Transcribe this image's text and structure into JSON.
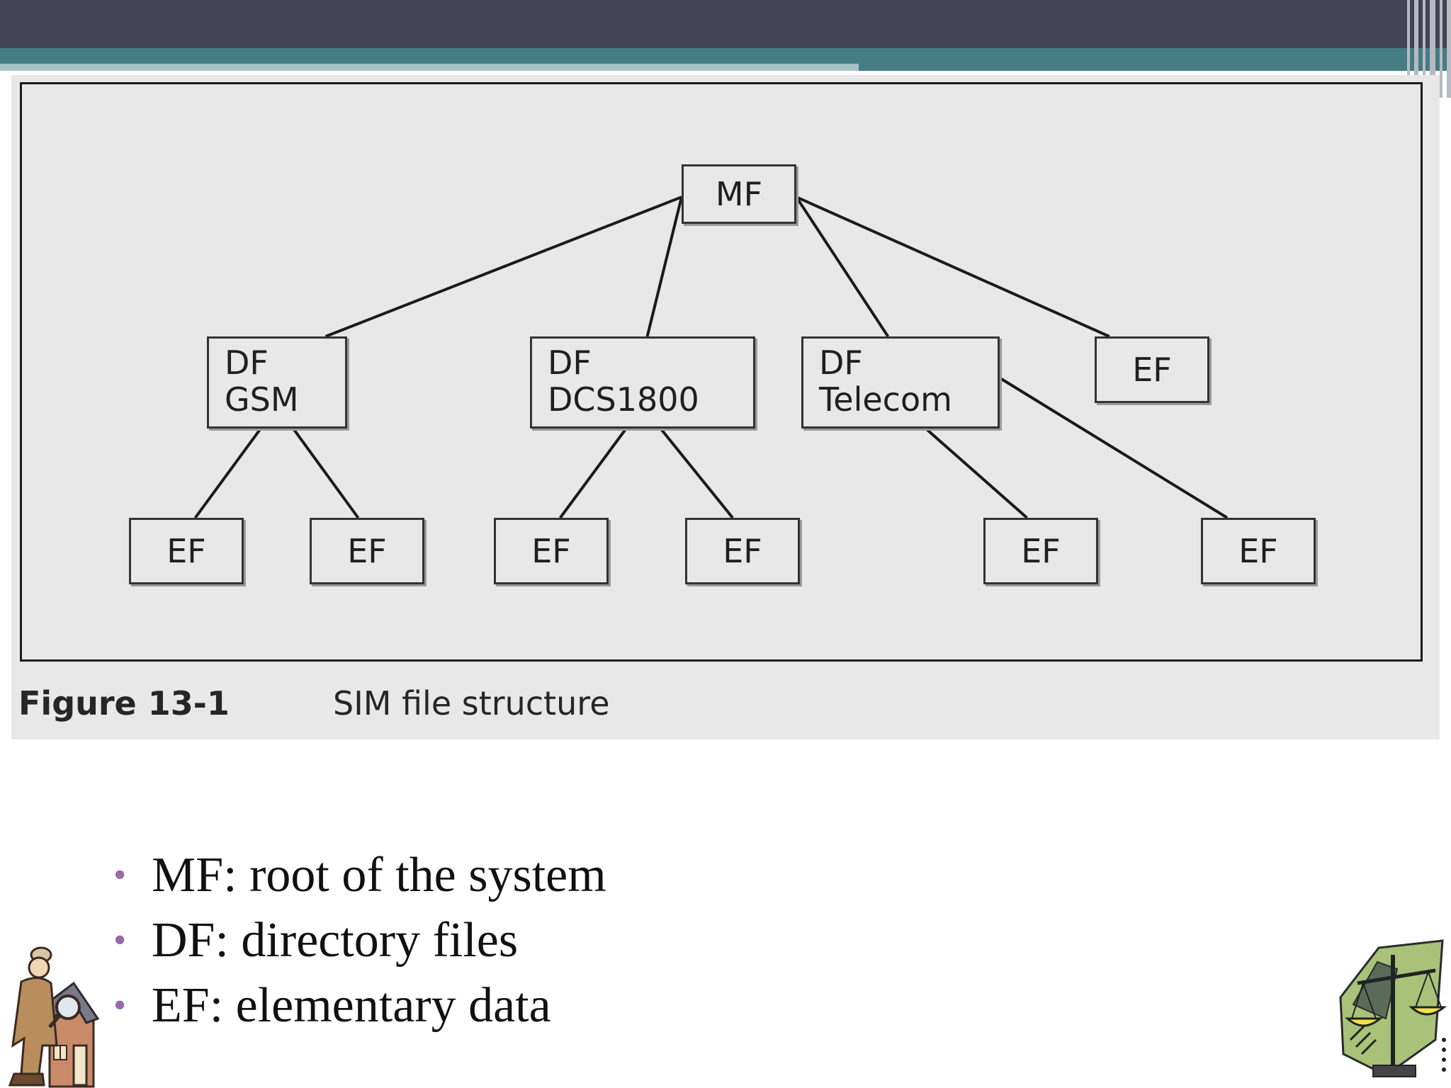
{
  "figure": {
    "nodes": {
      "mf": {
        "lines": [
          "MF"
        ]
      },
      "df_gsm": {
        "lines": [
          "DF",
          "GSM"
        ]
      },
      "df_dcs": {
        "lines": [
          "DF",
          "DCS1800"
        ]
      },
      "df_telecom": {
        "lines": [
          "DF",
          "Telecom"
        ]
      },
      "ef_root": {
        "lines": [
          "EF"
        ]
      },
      "ef_gsm_1": {
        "lines": [
          "EF"
        ]
      },
      "ef_gsm_2": {
        "lines": [
          "EF"
        ]
      },
      "ef_dcs_1": {
        "lines": [
          "EF"
        ]
      },
      "ef_dcs_2": {
        "lines": [
          "EF"
        ]
      },
      "ef_tel_1": {
        "lines": [
          "EF"
        ]
      },
      "ef_tel_2": {
        "lines": [
          "EF"
        ]
      }
    },
    "edges": [
      [
        "mf",
        "df_gsm"
      ],
      [
        "mf",
        "df_dcs"
      ],
      [
        "mf",
        "df_telecom"
      ],
      [
        "mf",
        "ef_root"
      ],
      [
        "df_gsm",
        "ef_gsm_1"
      ],
      [
        "df_gsm",
        "ef_gsm_2"
      ],
      [
        "df_dcs",
        "ef_dcs_1"
      ],
      [
        "df_dcs",
        "ef_dcs_2"
      ],
      [
        "df_telecom",
        "ef_tel_1"
      ],
      [
        "df_telecom",
        "ef_tel_2"
      ]
    ],
    "caption": {
      "number": "Figure 13-1",
      "text": "SIM file structure"
    }
  },
  "bullets": [
    "MF: root of the system",
    "DF: directory files",
    "EF: elementary data"
  ],
  "colors": {
    "header_dark": "#434456",
    "header_teal": "#457d84",
    "bullet_dot": "#9a6aa8",
    "figure_bg": "#e8e8e8"
  }
}
